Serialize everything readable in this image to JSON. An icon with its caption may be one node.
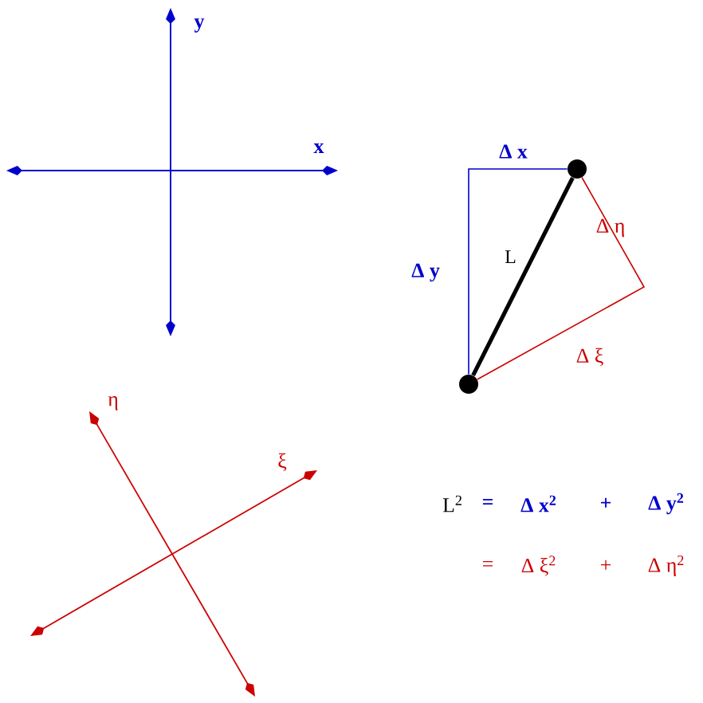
{
  "diagram": {
    "nodes": [
      {
        "text": [],
        "shape": "circle"
      },
      {
        "text": [],
        "shape": "circle"
      }
    ],
    "edges": [
      {
        "from": 0,
        "to": 1,
        "arrow": "none",
        "style": "thick",
        "label": "L"
      },
      {
        "from": 0,
        "to": 1,
        "arrow": "none",
        "color": "#0000cc"
      },
      {
        "from": 1,
        "to": 0,
        "arrow": "none",
        "color": "#cc0000"
      }
    ],
    "labels": [
      "y",
      "x",
      "Δ x",
      "Δ y",
      "Δ η",
      "Δ ξ",
      "η",
      "ξ",
      "L$^{2}$",
      "=",
      "Δ x$^{2}$",
      "+",
      "Δ y$^{2}$",
      "=",
      "Δ ξ$^{2}$",
      "+",
      "Δ η$^{2}$"
    ]
  }
}
